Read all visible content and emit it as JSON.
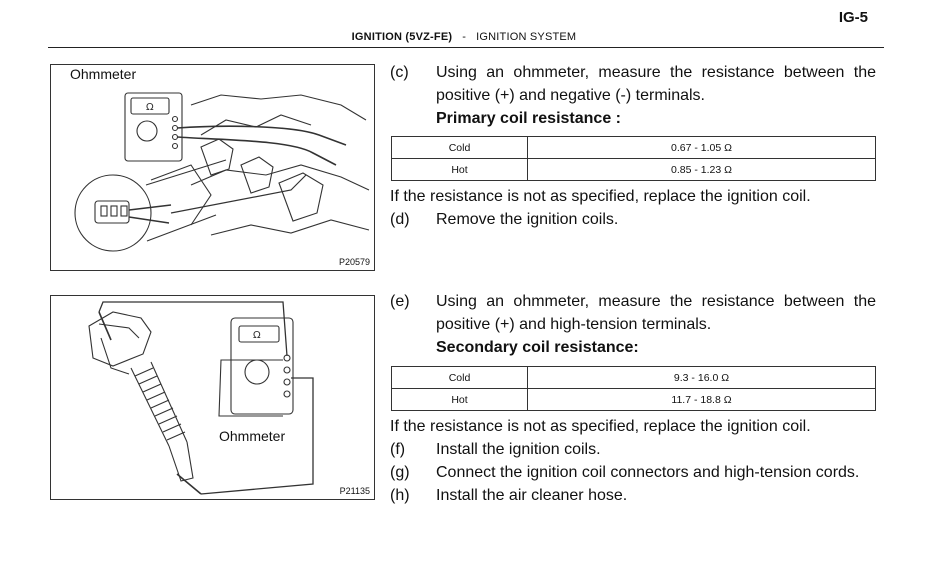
{
  "header": {
    "page_number": "IG-5",
    "section": "IGNITION (5VZ-FE)",
    "separator": "-",
    "subsection": "IGNITION SYSTEM"
  },
  "figure1": {
    "label": "Ohmmeter",
    "code": "P20579"
  },
  "figure2": {
    "label": "Ohmmeter",
    "code": "P21135"
  },
  "step_c": {
    "letter": "(c)",
    "text": "Using an ohmmeter, measure the resistance between the positive (+) and negative (-) terminals.",
    "heading": "Primary coil resistance :"
  },
  "primary_table": [
    {
      "condition": "Cold",
      "value": "0.67 - 1.05 Ω"
    },
    {
      "condition": "Hot",
      "value": "0.85 - 1.23 Ω"
    }
  ],
  "note_1": "If the resistance is not as specified, replace the ignition coil.",
  "step_d": {
    "letter": "(d)",
    "text": "Remove the ignition coils."
  },
  "step_e": {
    "letter": "(e)",
    "text": "Using an ohmmeter, measure the resistance between the positive (+) and high-tension terminals.",
    "heading": "Secondary coil resistance:"
  },
  "secondary_table": [
    {
      "condition": "Cold",
      "value": "9.3 - 16.0 Ω"
    },
    {
      "condition": "Hot",
      "value": "11.7 - 18.8 Ω"
    }
  ],
  "note_2": "If the resistance is not as specified, replace the ignition coil.",
  "step_f": {
    "letter": "(f)",
    "text": "Install the ignition coils."
  },
  "step_g": {
    "letter": "(g)",
    "text": "Connect the ignition coil connectors and high-tension cords."
  },
  "step_h": {
    "letter": "(h)",
    "text": "Install the air cleaner hose."
  }
}
